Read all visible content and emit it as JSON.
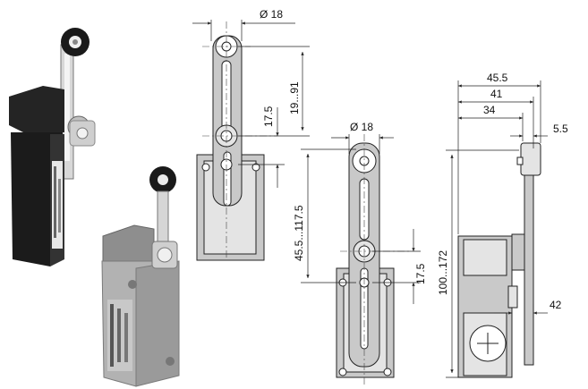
{
  "dimensions": {
    "view1_roller_diameter": "Ø 18",
    "view1_offset": "17.5",
    "view1_lever_range": "19...91",
    "view2_roller_diameter": "Ø 18",
    "view2_height_range": "45.5...117.5",
    "view2_offset": "17.5",
    "side_width_total": "45.5",
    "side_width_41": "41",
    "side_width_34": "34",
    "side_lever_thickness": "5.5",
    "side_height_range": "100...172",
    "side_body_depth": "42"
  },
  "colors": {
    "line": "#222222",
    "part_fill": "#c9c9c9",
    "photo_dark_body": "#1d1d1d",
    "photo_metal_body": "#a9a9a9"
  },
  "icons": {
    "photo_black_switch": "black-limit-switch-photo",
    "photo_metal_switch": "metal-limit-switch-photo"
  }
}
